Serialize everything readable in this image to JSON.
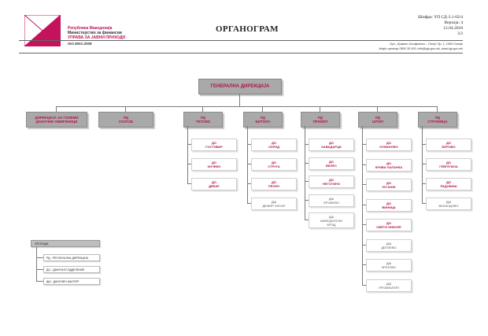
{
  "header": {
    "org_lines": [
      "Република Македонија",
      "Министерство за финансии",
      "УПРАВА ЗА ЈАВНИ ПРИХОДИ"
    ],
    "iso": "ISO 9001:2008",
    "title": "ОРГАНОГРАМ",
    "code": "Шифра: УП СД-3.1-02/4",
    "version": "Верзија: 4",
    "date": "12.04.2018",
    "page": "3/3",
    "address": "Бул. „Кузман Јосифовски – Питу“ бр. 1, 1000 Скопје",
    "contact": "Инфо центар 0800 30 000, info@ujp.gov.mk, www.ujp.gov.mk"
  },
  "colors": {
    "accent": "#c4125d",
    "box_fill": "#a9a9a9"
  },
  "general_directorate": "ГЕНЕРАЛНА ДИРЕКЦИЈА",
  "departments": [
    {
      "lines": [
        "ДИРЕКЦИЈА ЗА ГОЛЕМИ",
        "ДАНОЧНИ ОБВРЗНИЦИ"
      ],
      "children": []
    },
    {
      "lines": [
        "РД",
        "СКОПЈЕ"
      ],
      "children": []
    },
    {
      "lines": [
        "РД",
        "ТЕТОВО"
      ],
      "children": [
        {
          "type": "do",
          "lines": [
            "ДО",
            "ГОСТИВАР"
          ]
        },
        {
          "type": "do",
          "lines": [
            "ДО",
            "КИЧЕВО"
          ]
        },
        {
          "type": "do",
          "lines": [
            "ДО",
            "ДЕБАР"
          ]
        }
      ]
    },
    {
      "lines": [
        "РД",
        "БИТОЛА"
      ],
      "children": [
        {
          "type": "do",
          "lines": [
            "ДО",
            "ОХРИД"
          ]
        },
        {
          "type": "do",
          "lines": [
            "ДО",
            "СТРУГА"
          ]
        },
        {
          "type": "do",
          "lines": [
            "ДО",
            "РЕСЕН"
          ]
        },
        {
          "type": "dsh",
          "lines": [
            "ДШ",
            "ДЕМИР ХИСАР"
          ]
        }
      ]
    },
    {
      "lines": [
        "РД",
        "ПРИЛЕП"
      ],
      "children": [
        {
          "type": "do",
          "lines": [
            "ДО",
            "КАВАДАРЦИ"
          ]
        },
        {
          "type": "do",
          "lines": [
            "ДО",
            "ВЕЛЕС"
          ]
        },
        {
          "type": "do",
          "lines": [
            "ДО",
            "НЕГОТИНО"
          ]
        },
        {
          "type": "dsh",
          "lines": [
            "ДШ",
            "КРУШЕВО"
          ]
        },
        {
          "type": "dsh",
          "lines": [
            "ДШ",
            "МАКЕДОНСКИ",
            "БРОД"
          ]
        }
      ]
    },
    {
      "lines": [
        "РД",
        "ШТИП"
      ],
      "children": [
        {
          "type": "do",
          "lines": [
            "ДО",
            "КУМАНОВО"
          ]
        },
        {
          "type": "do",
          "lines": [
            "ДО",
            "КРИВА ПАЛАНКА"
          ]
        },
        {
          "type": "do",
          "lines": [
            "ДО",
            "КОЧАНИ"
          ]
        },
        {
          "type": "do",
          "lines": [
            "ДО",
            "ВИНИЦА"
          ]
        },
        {
          "type": "do",
          "lines": [
            "ДО",
            "СВЕТИ НИКОЛЕ"
          ]
        },
        {
          "type": "dsh",
          "lines": [
            "ДШ",
            "ДЕЛЧЕВО"
          ]
        },
        {
          "type": "dsh",
          "lines": [
            "ДШ",
            "КРАТОВО"
          ]
        },
        {
          "type": "dsh",
          "lines": [
            "ДШ",
            "ПРОБИШТИП"
          ]
        }
      ]
    },
    {
      "lines": [
        "РД",
        "СТРУМИЦА"
      ],
      "children": [
        {
          "type": "do",
          "lines": [
            "ДО",
            "БЕРОВО"
          ]
        },
        {
          "type": "do",
          "lines": [
            "ДО",
            "ГЕВГЕЛИЈА"
          ]
        },
        {
          "type": "do",
          "lines": [
            "ДО",
            "РАДОВИШ"
          ]
        },
        {
          "type": "dsh",
          "lines": [
            "ДШ",
            "ВАЛАНДОВО"
          ]
        }
      ]
    }
  ],
  "legend": {
    "title": "ЛЕГЕНДА",
    "items": [
      "РД - РЕГИОНАЛНА ДИРЕКЦИЈА",
      "ДО - ДАНОЧНО ОДДЕЛЕНИЕ",
      "ДШ - ДАНОЧЕН ШАЛТЕР"
    ]
  }
}
